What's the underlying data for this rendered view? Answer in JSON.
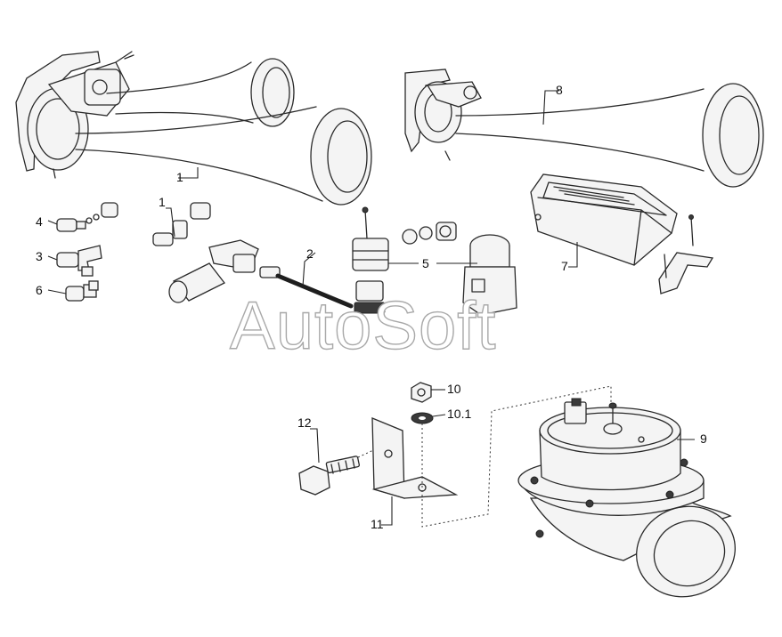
{
  "watermark": "AutoSoft",
  "callouts": {
    "c1_top": "1",
    "c1_mid": "1",
    "c2": "2",
    "c3": "3",
    "c4": "4",
    "c5": "5",
    "c6": "6",
    "c7": "7",
    "c8": "8",
    "c9": "9",
    "c10": "10",
    "c10_1": "10.1",
    "c11": "11",
    "c12": "12"
  }
}
